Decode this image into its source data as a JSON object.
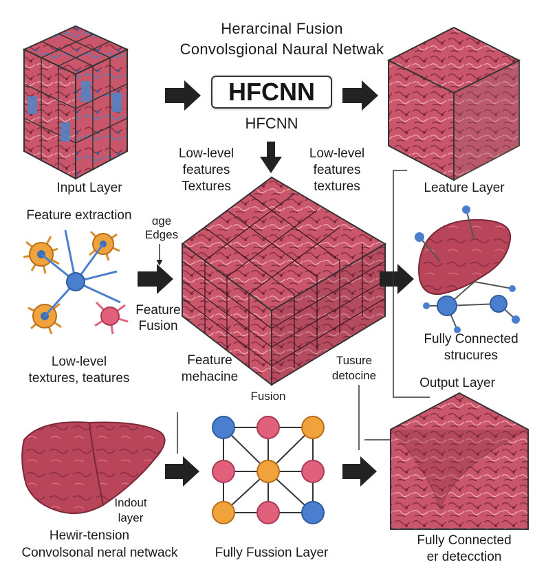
{
  "title": {
    "line1": "Herarcinal Fusion",
    "line2": "Convolsgional Naural Netwak"
  },
  "badge": {
    "main": "HFCNN",
    "sub": "HFCNN"
  },
  "labels": {
    "input_layer": "Input Layer",
    "low_level_left_1": "Low-level",
    "low_level_left_2": "features",
    "low_level_left_3": "Textures",
    "low_level_right_1": "Low-level",
    "low_level_right_2": "features",
    "low_level_right_3": "textures",
    "leature_layer": "Leature Layer",
    "feature_extraction": "Feature extraction",
    "edges_1": "ɑɡe",
    "edges_2": "Edges",
    "feature_fusion_1": "Feature",
    "feature_fusion_2": "Fusion",
    "low_level_bottom_1": "Low-level",
    "low_level_bottom_2": "textures, teatures",
    "feature_mech_1": "Feature",
    "feature_mech_2": "mehacine",
    "tusure_1": "Tusure",
    "tusure_2": "detocine",
    "fully_connected_1": "Fully Connected",
    "fully_connected_2": "strucures",
    "output_layer": "Output Layer",
    "fusion": "Fusion",
    "indout_1": "Indout",
    "indout_2": "layer",
    "hewir_1": "Hewir-tension",
    "hewir_2": "Convolsonal neral netwack",
    "fully_fusion_layer": "Fully Fussion Layer",
    "fully_connected_b1": "Fully Connected",
    "fully_connected_b2": "er detecction"
  },
  "colors": {
    "tissue": "#c9566a",
    "tissue_dark": "#8e2f44",
    "blue_block": "#4f86c6",
    "node_blue": "#4a7fd0",
    "node_pink": "#e1607c",
    "node_orange": "#f0a33a",
    "arrow": "#222222"
  }
}
